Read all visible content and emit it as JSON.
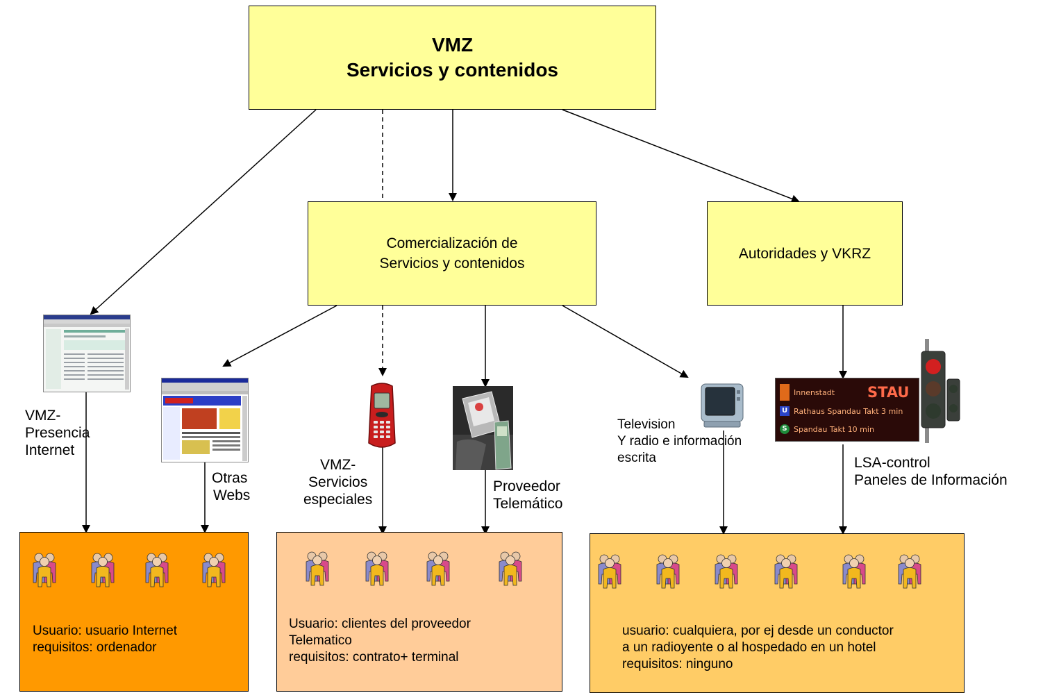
{
  "top": {
    "line1": "VMZ",
    "line2": "Servicios y contenidos"
  },
  "commercial": {
    "line1": "Comercialización de",
    "line2": "Servicios y contenidos"
  },
  "authorities": {
    "label": "Autoridades y VKRZ"
  },
  "channels": {
    "internet": {
      "line1": "VMZ-",
      "line2": "Presencia",
      "line3": "Internet"
    },
    "otras": {
      "line1": "Otras",
      "line2": "Webs"
    },
    "especiales": {
      "line1": "VMZ-",
      "line2": "Servicios",
      "line3": "especiales"
    },
    "telematico": {
      "line1": "Proveedor",
      "line2": "Telemático"
    },
    "tv": {
      "line1": "Television",
      "line2": "Y radio e información",
      "line3": "escrita"
    },
    "lsa": {
      "line1": "LSA-control",
      "line2": "Paneles de Información"
    }
  },
  "sign": {
    "row1_text": "Innenstadt",
    "row1_status": "STAU",
    "row2_badge": "U",
    "row2_text": "Rathaus Spandau Takt 3 min",
    "row3_badge": "S",
    "row3_text": "Spandau Takt 10 min"
  },
  "user_groups": [
    {
      "line1": "Usuario: usuario Internet",
      "line2": "requisitos: ordenador",
      "color": "#ff9900"
    },
    {
      "line1": "Usuario: clientes del proveedor",
      "line2": "Telematico",
      "line3": "requisitos: contrato+ terminal",
      "color": "#ffcc99"
    },
    {
      "line1": "usuario: cualquiera, por ej desde un conductor",
      "line2": "a un radioyente o al hospedado en un hotel",
      "line3": "requisitos: ninguno",
      "color": "#ffcc66"
    }
  ],
  "icons": {
    "person": "people-group-icon",
    "web": "web-page-screenshot-icon",
    "mobile": "mobile-phone-icon",
    "pda": "pda-telematic-device-icon",
    "tv": "television-icon",
    "sign": "traffic-info-panel-icon",
    "traffic_light": "traffic-light-icon"
  }
}
